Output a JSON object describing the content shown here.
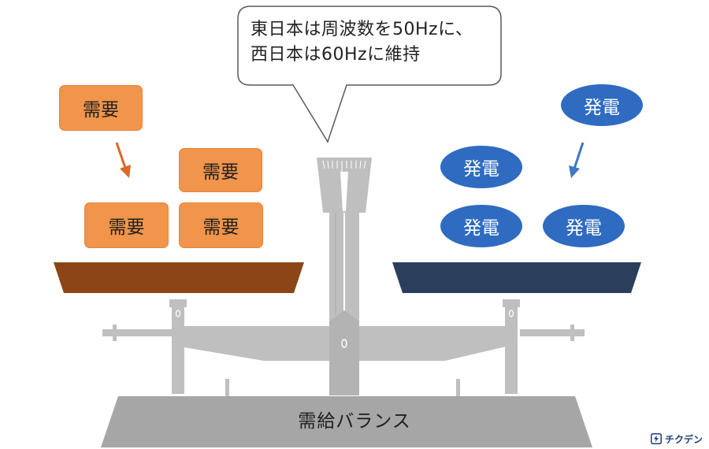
{
  "callout": {
    "line1": "東日本は周波数を50Hzに、",
    "line2": "西日本は60Hzに維持"
  },
  "demand_label": "需要",
  "generation_label": "発電",
  "base_label": "需給バランス",
  "logo": {
    "icon": "lightning-bolt-icon",
    "text": "チクデン"
  },
  "colors": {
    "demand_box": "#f0954b",
    "demand_arrow": "#d9692a",
    "demand_tray": "#8b4516",
    "generation_circle": "#2f6bc1",
    "generation_arrow": "#3f77c4",
    "generation_tray": "#2b3e5c",
    "scale_body": "#bfbfbf",
    "scale_base": "#a6a6a6"
  }
}
